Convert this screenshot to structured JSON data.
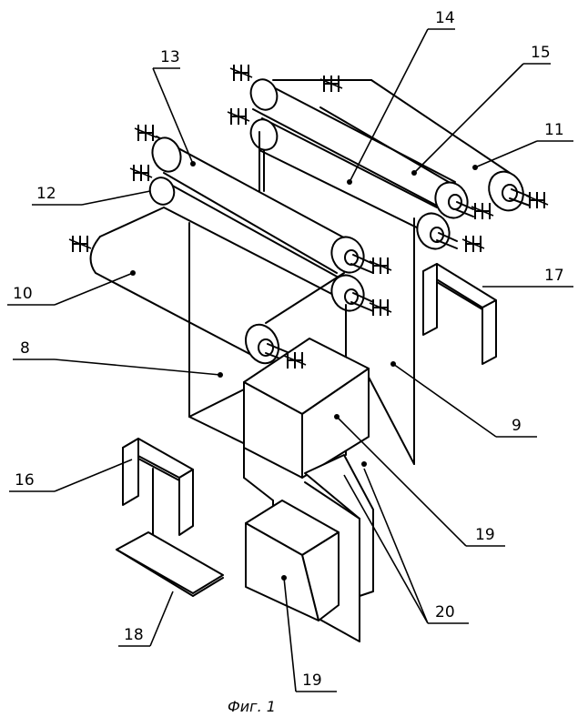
{
  "caption": "Фиг. 1",
  "labels": {
    "l8": "8",
    "l9": "9",
    "l10": "10",
    "l11": "11",
    "l12": "12",
    "l13": "13",
    "l14": "14",
    "l15": "15",
    "l16": "16",
    "l17": "17",
    "l18": "18",
    "l19a": "19",
    "l19b": "19",
    "l20": "20"
  }
}
